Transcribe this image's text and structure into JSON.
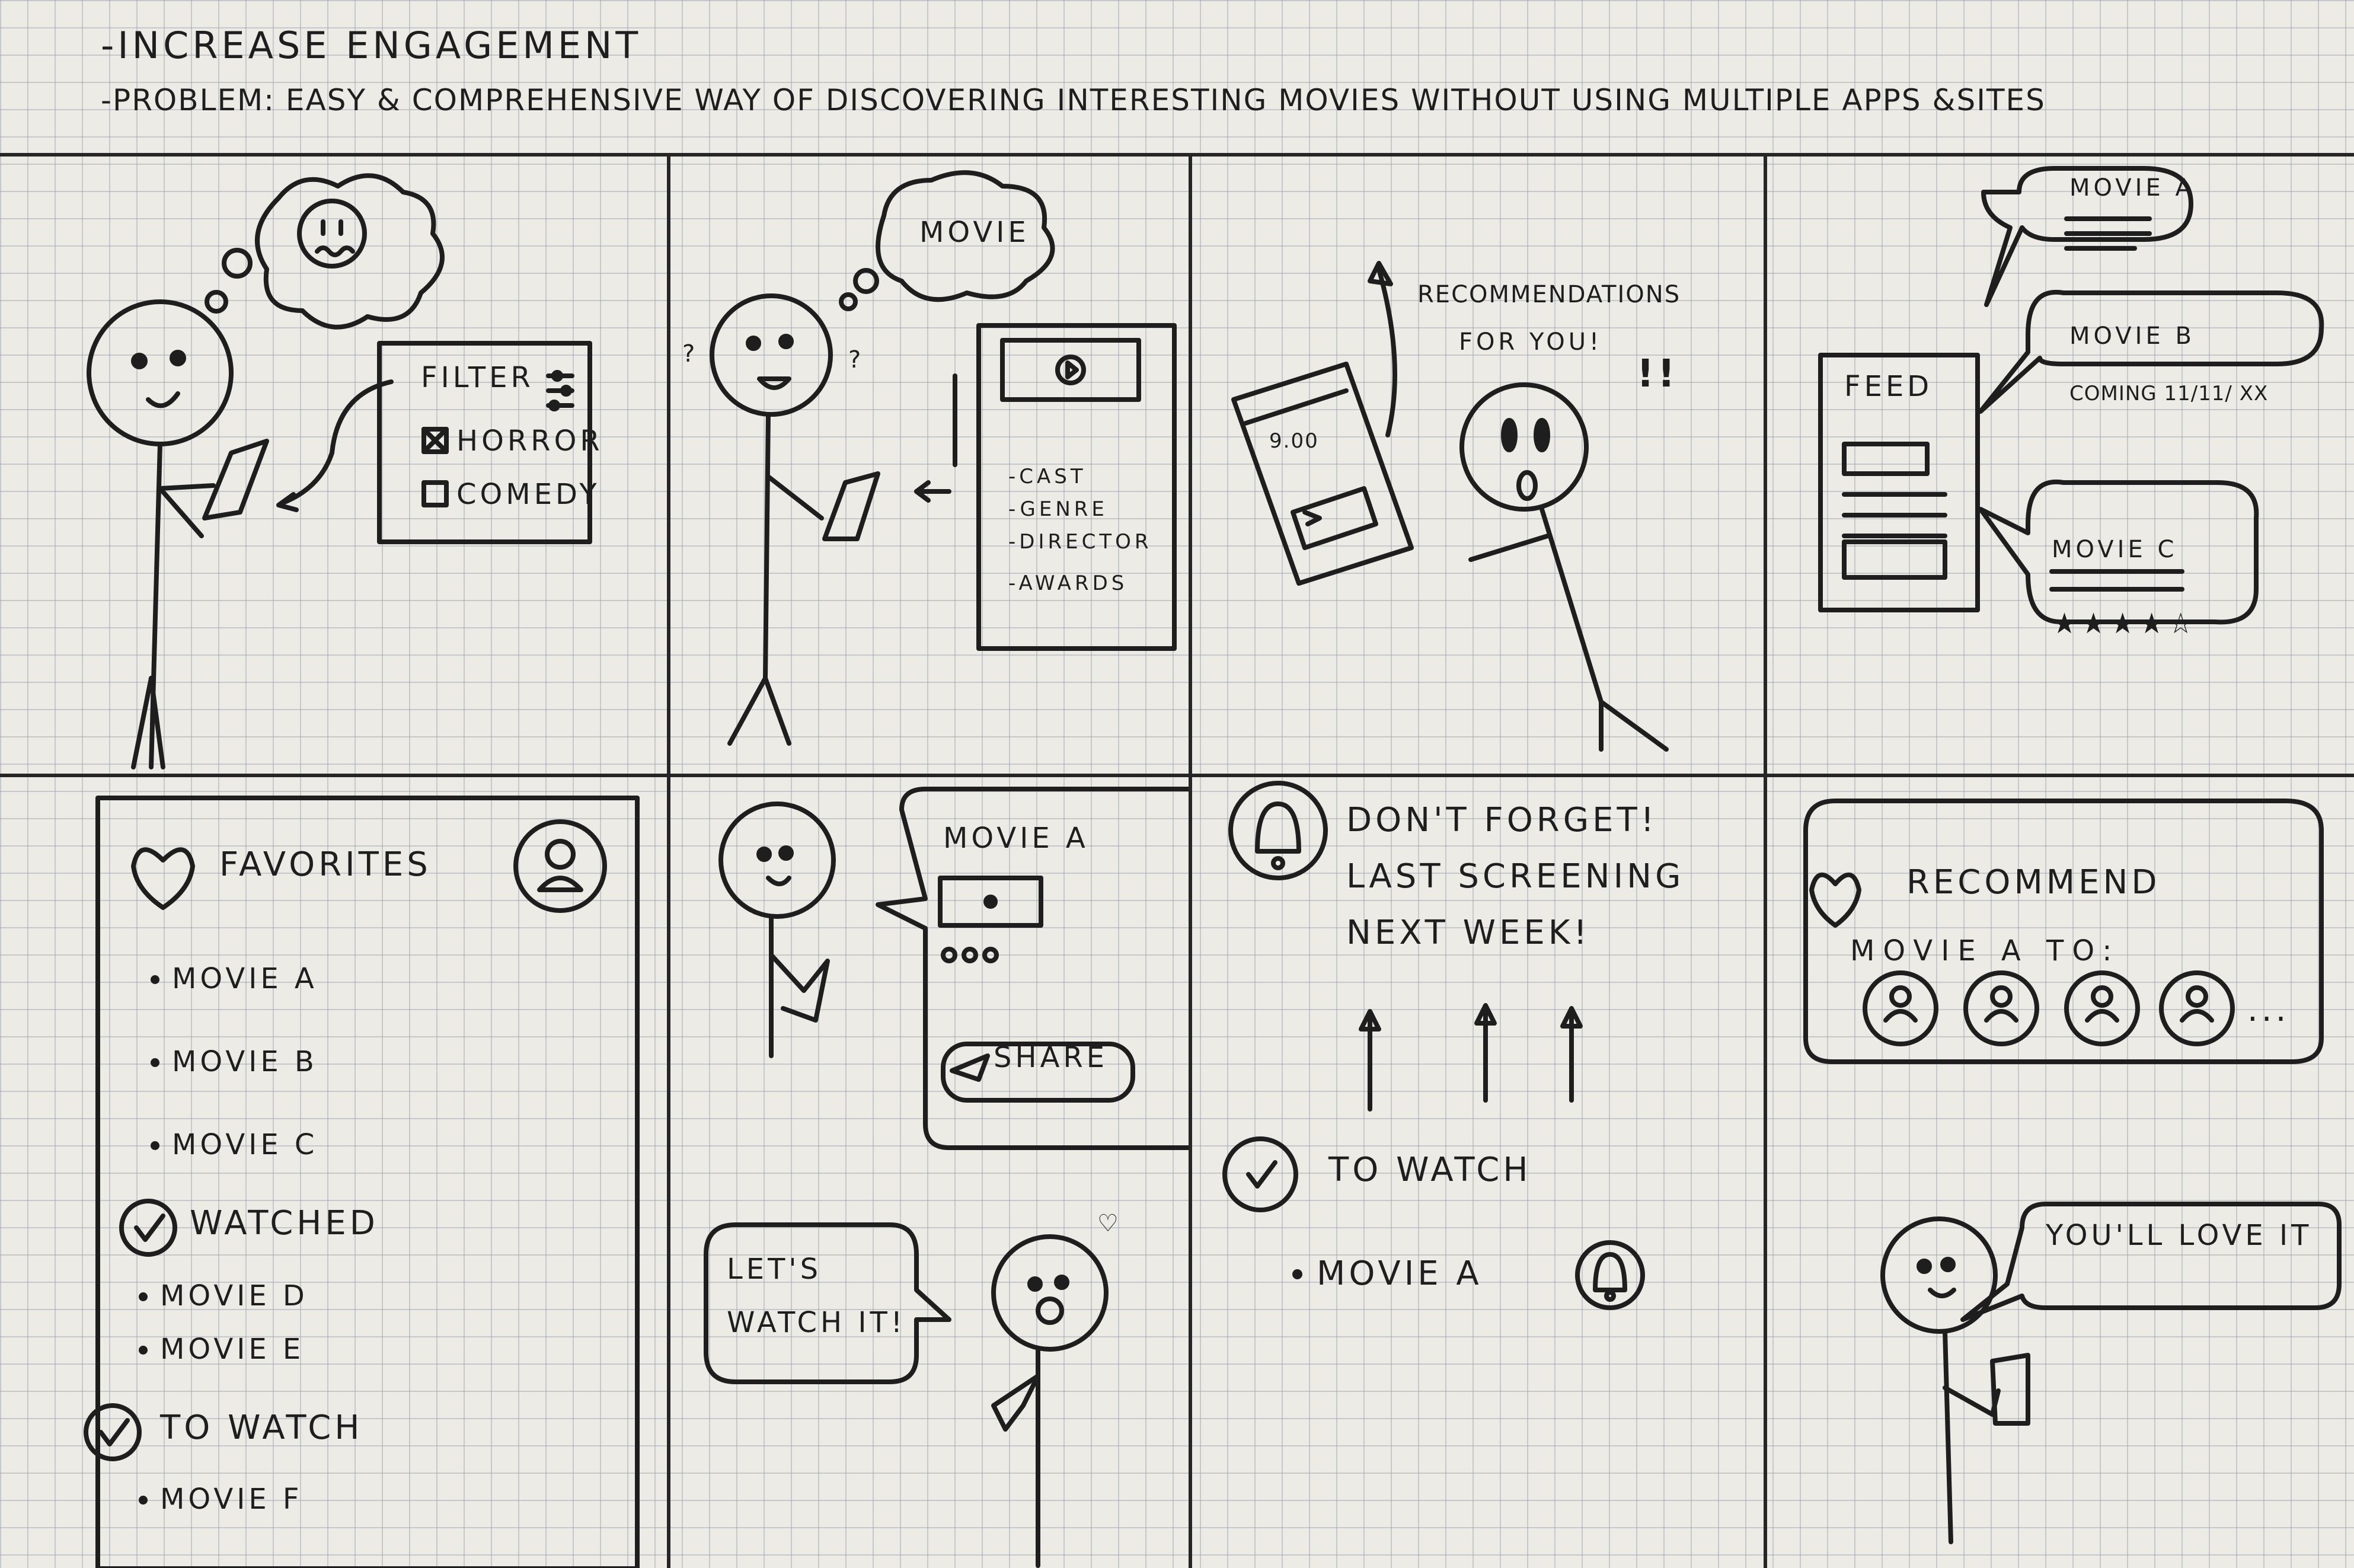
{
  "header": {
    "line1": "-INCREASE ENGAGEMENT",
    "line2": "-PROBLEM: EASY & COMPREHENSIVE WAY OF DISCOVERING INTERESTING MOVIES WITHOUT USING MULTIPLE APPS &SITES"
  },
  "panel1": {
    "filter_title": "FILTER",
    "options": [
      "HORROR",
      "COMEDY"
    ]
  },
  "panel2": {
    "thought": "MOVIE",
    "details": [
      "-CAST",
      "-GENRE",
      "-DIRECTOR",
      "-AWARDS"
    ],
    "marks": [
      "?",
      "?"
    ]
  },
  "panel3": {
    "callout_line1": "RECOMMENDATIONS",
    "callout_line2": "FOR YOU!",
    "phone_value": "9.00",
    "exclaim": "!!"
  },
  "panel4": {
    "feed_title": "FEED",
    "bubble_a": "MOVIE A",
    "bubble_b": "MOVIE B",
    "bubble_b_sub": "COMING 11/11/ XX",
    "bubble_c": "MOVIE C"
  },
  "panel5": {
    "favorites": {
      "title": "FAVORITES",
      "items": [
        "MOVIE A",
        "MOVIE B",
        "MOVIE C"
      ]
    },
    "watched": {
      "title": "WATCHED",
      "items": [
        "MOVIE D",
        "MOVIE E"
      ]
    },
    "to_watch": {
      "title": "TO WATCH",
      "items": [
        "MOVIE F"
      ]
    }
  },
  "panel6": {
    "card_title": "MOVIE A",
    "share_label": "SHARE",
    "speech": "LET'S WATCH IT!"
  },
  "panel7": {
    "line1": "DON'T FORGET!",
    "line2": "LAST SCREENING",
    "line3": "NEXT WEEK!",
    "to_watch_title": "TO WATCH",
    "item": "MOVIE A"
  },
  "panel8": {
    "title": "RECOMMEND",
    "subtitle": "MOVIE A TO:",
    "more": "...",
    "speech": "YOU'LL LOVE IT"
  },
  "colors": {
    "paper": "#ecebe6",
    "ink": "#1e1e1e",
    "grid": "#96a0aa"
  }
}
